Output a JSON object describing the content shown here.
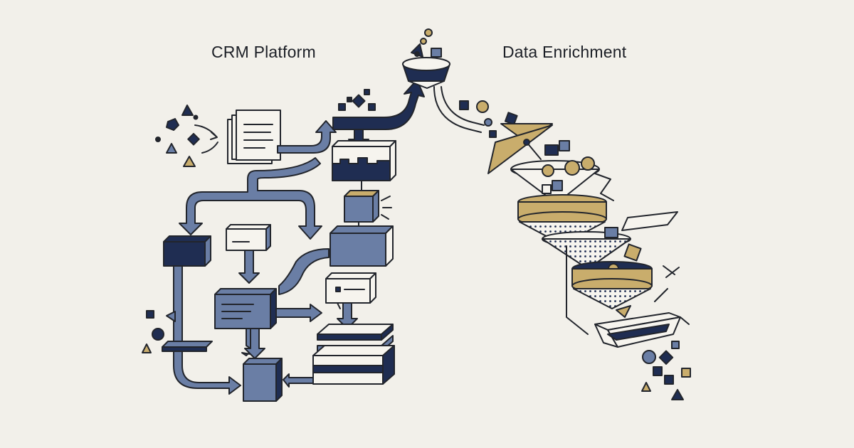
{
  "labels": {
    "left": "CRM Platform",
    "right": "Data Enrichment"
  },
  "colors": {
    "background": "#f2f0ea",
    "navy": "#1f2d52",
    "slate": "#6a7ea5",
    "gold": "#c9ad6c",
    "light": "#f6f4ee",
    "ink": "#22252c"
  },
  "icons": [
    "document-icon",
    "database-icon",
    "block-icon",
    "funnel-icon",
    "sieve-icon",
    "tray-icon",
    "shape-particles"
  ]
}
